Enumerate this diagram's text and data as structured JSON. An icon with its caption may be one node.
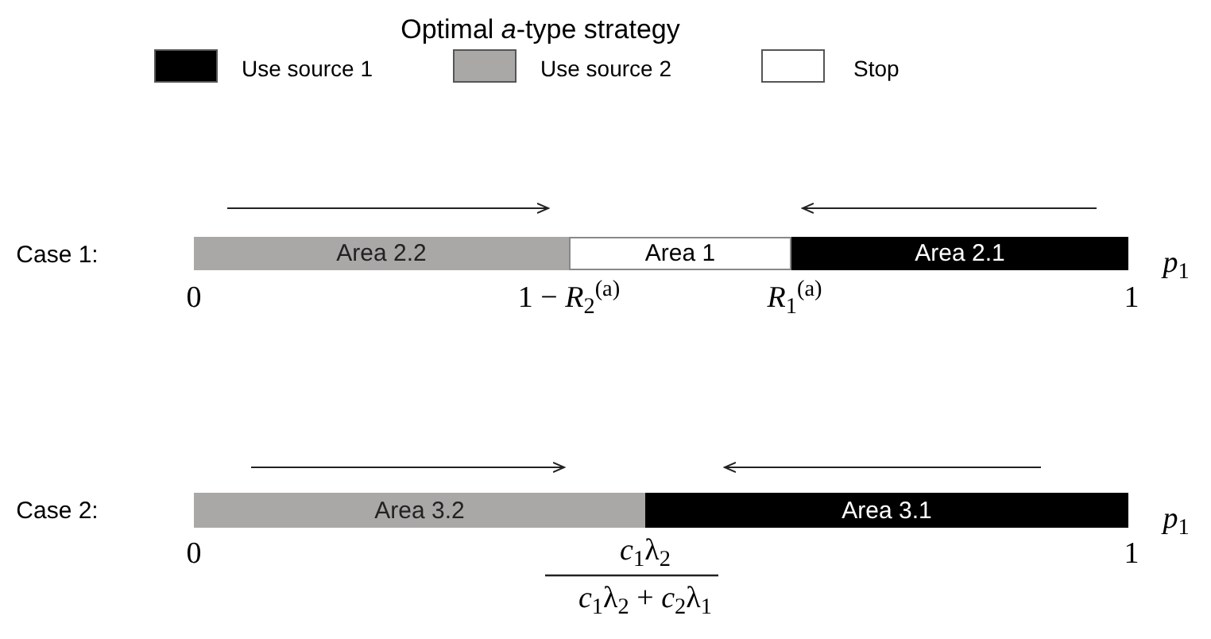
{
  "diagram": {
    "title": "Optimal *a*-type strategy",
    "nodes": [
      {
        "text": [
          "Area 2.2"
        ]
      },
      {
        "text": [
          "Area 1"
        ]
      },
      {
        "text": [
          "Area 2.1"
        ]
      },
      {
        "text": [
          "Area 3.2"
        ]
      },
      {
        "text": [
          "Area 3.1"
        ]
      }
    ],
    "labels": [
      "Case 1:",
      "0",
      "1 − *R*$_{2}$$^{(a)}$",
      "*R*$_{1}$$^{(a)}$",
      "1",
      "*p*$_{1}$",
      "Case 2:",
      "0",
      "*c*$_{1}$λ$_{2}$",
      "*c*$_{1}$λ$_{2}$ + *c*$_{2}$λ$_{1}$",
      "1",
      "*p*$_{1}$"
    ],
    "legend": [
      {
        "text": "Use source 1",
        "color": "#000000"
      },
      {
        "text": "Use source 2",
        "color": "#aaa7a7"
      },
      {
        "text": "Stop",
        "color": "#ffffff"
      }
    ]
  }
}
